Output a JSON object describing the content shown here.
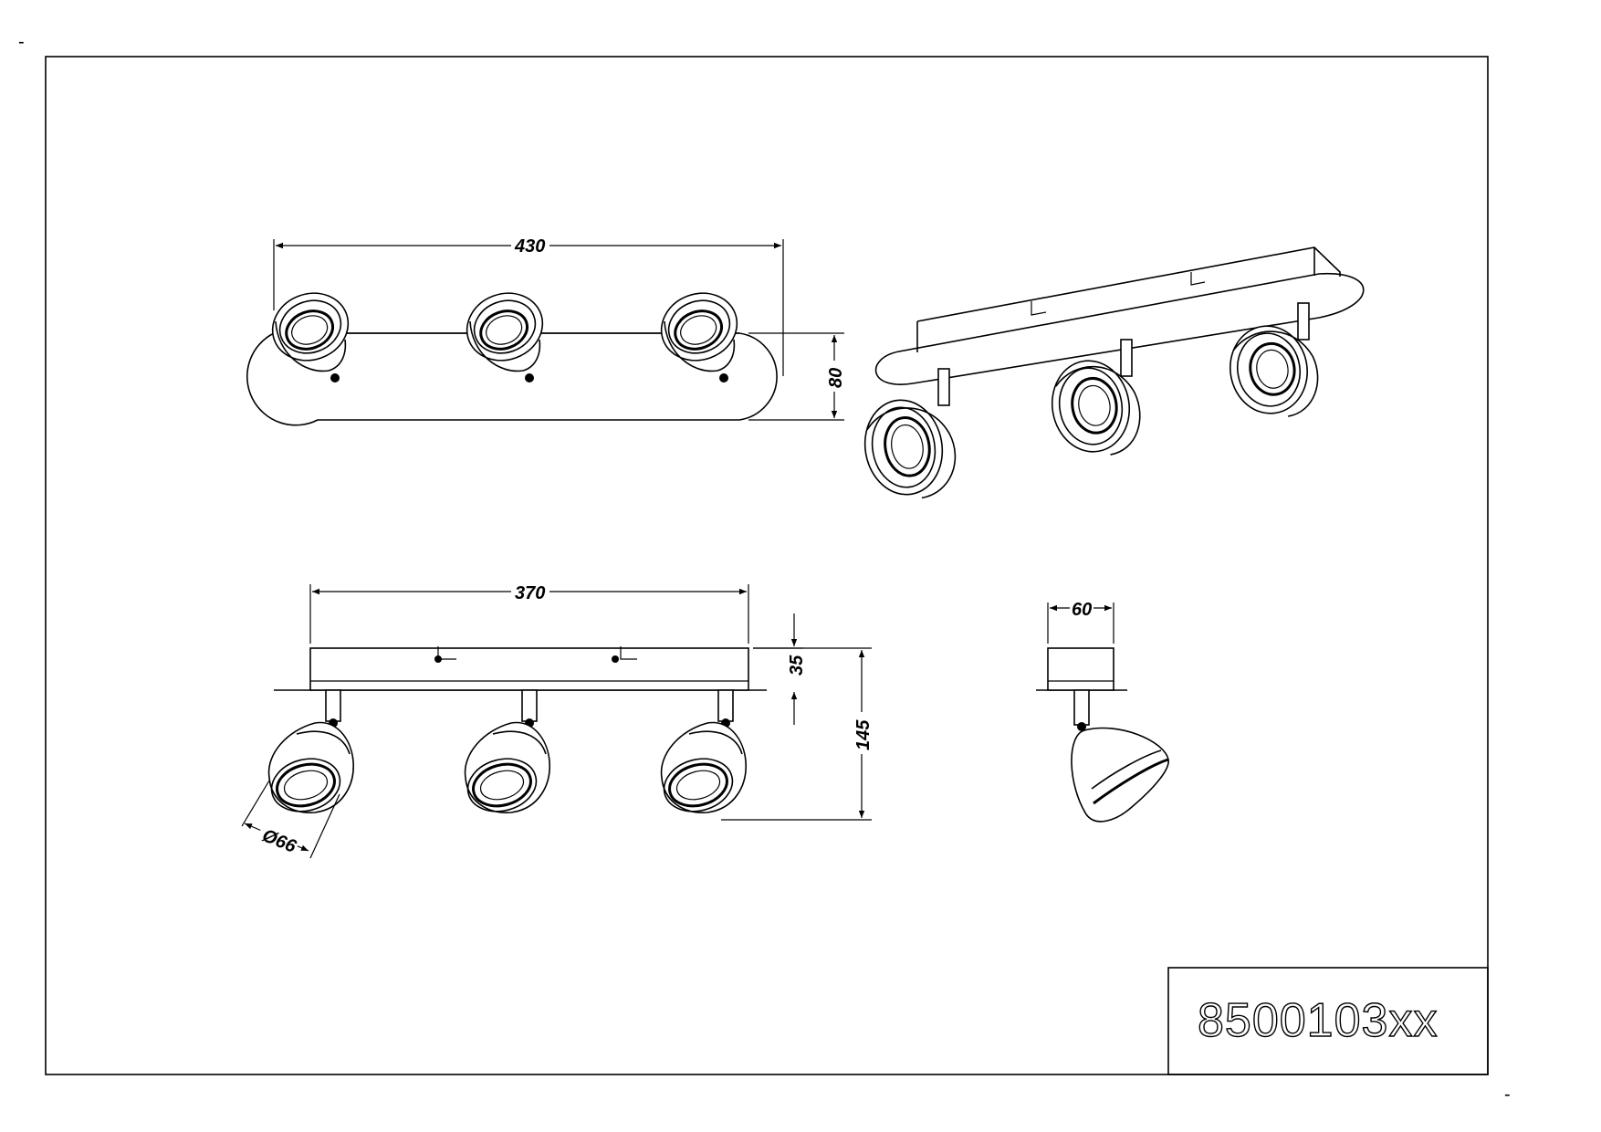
{
  "dimensions": {
    "top_width": "430",
    "top_depth": "80",
    "base_length": "370",
    "base_height": "35",
    "total_height": "145",
    "base_width": "60",
    "spot_diameter": "Ø66"
  },
  "title_block": {
    "product_code": "8500103xx"
  },
  "corner_marks": {
    "top_left": "-",
    "bottom_right": "-"
  }
}
